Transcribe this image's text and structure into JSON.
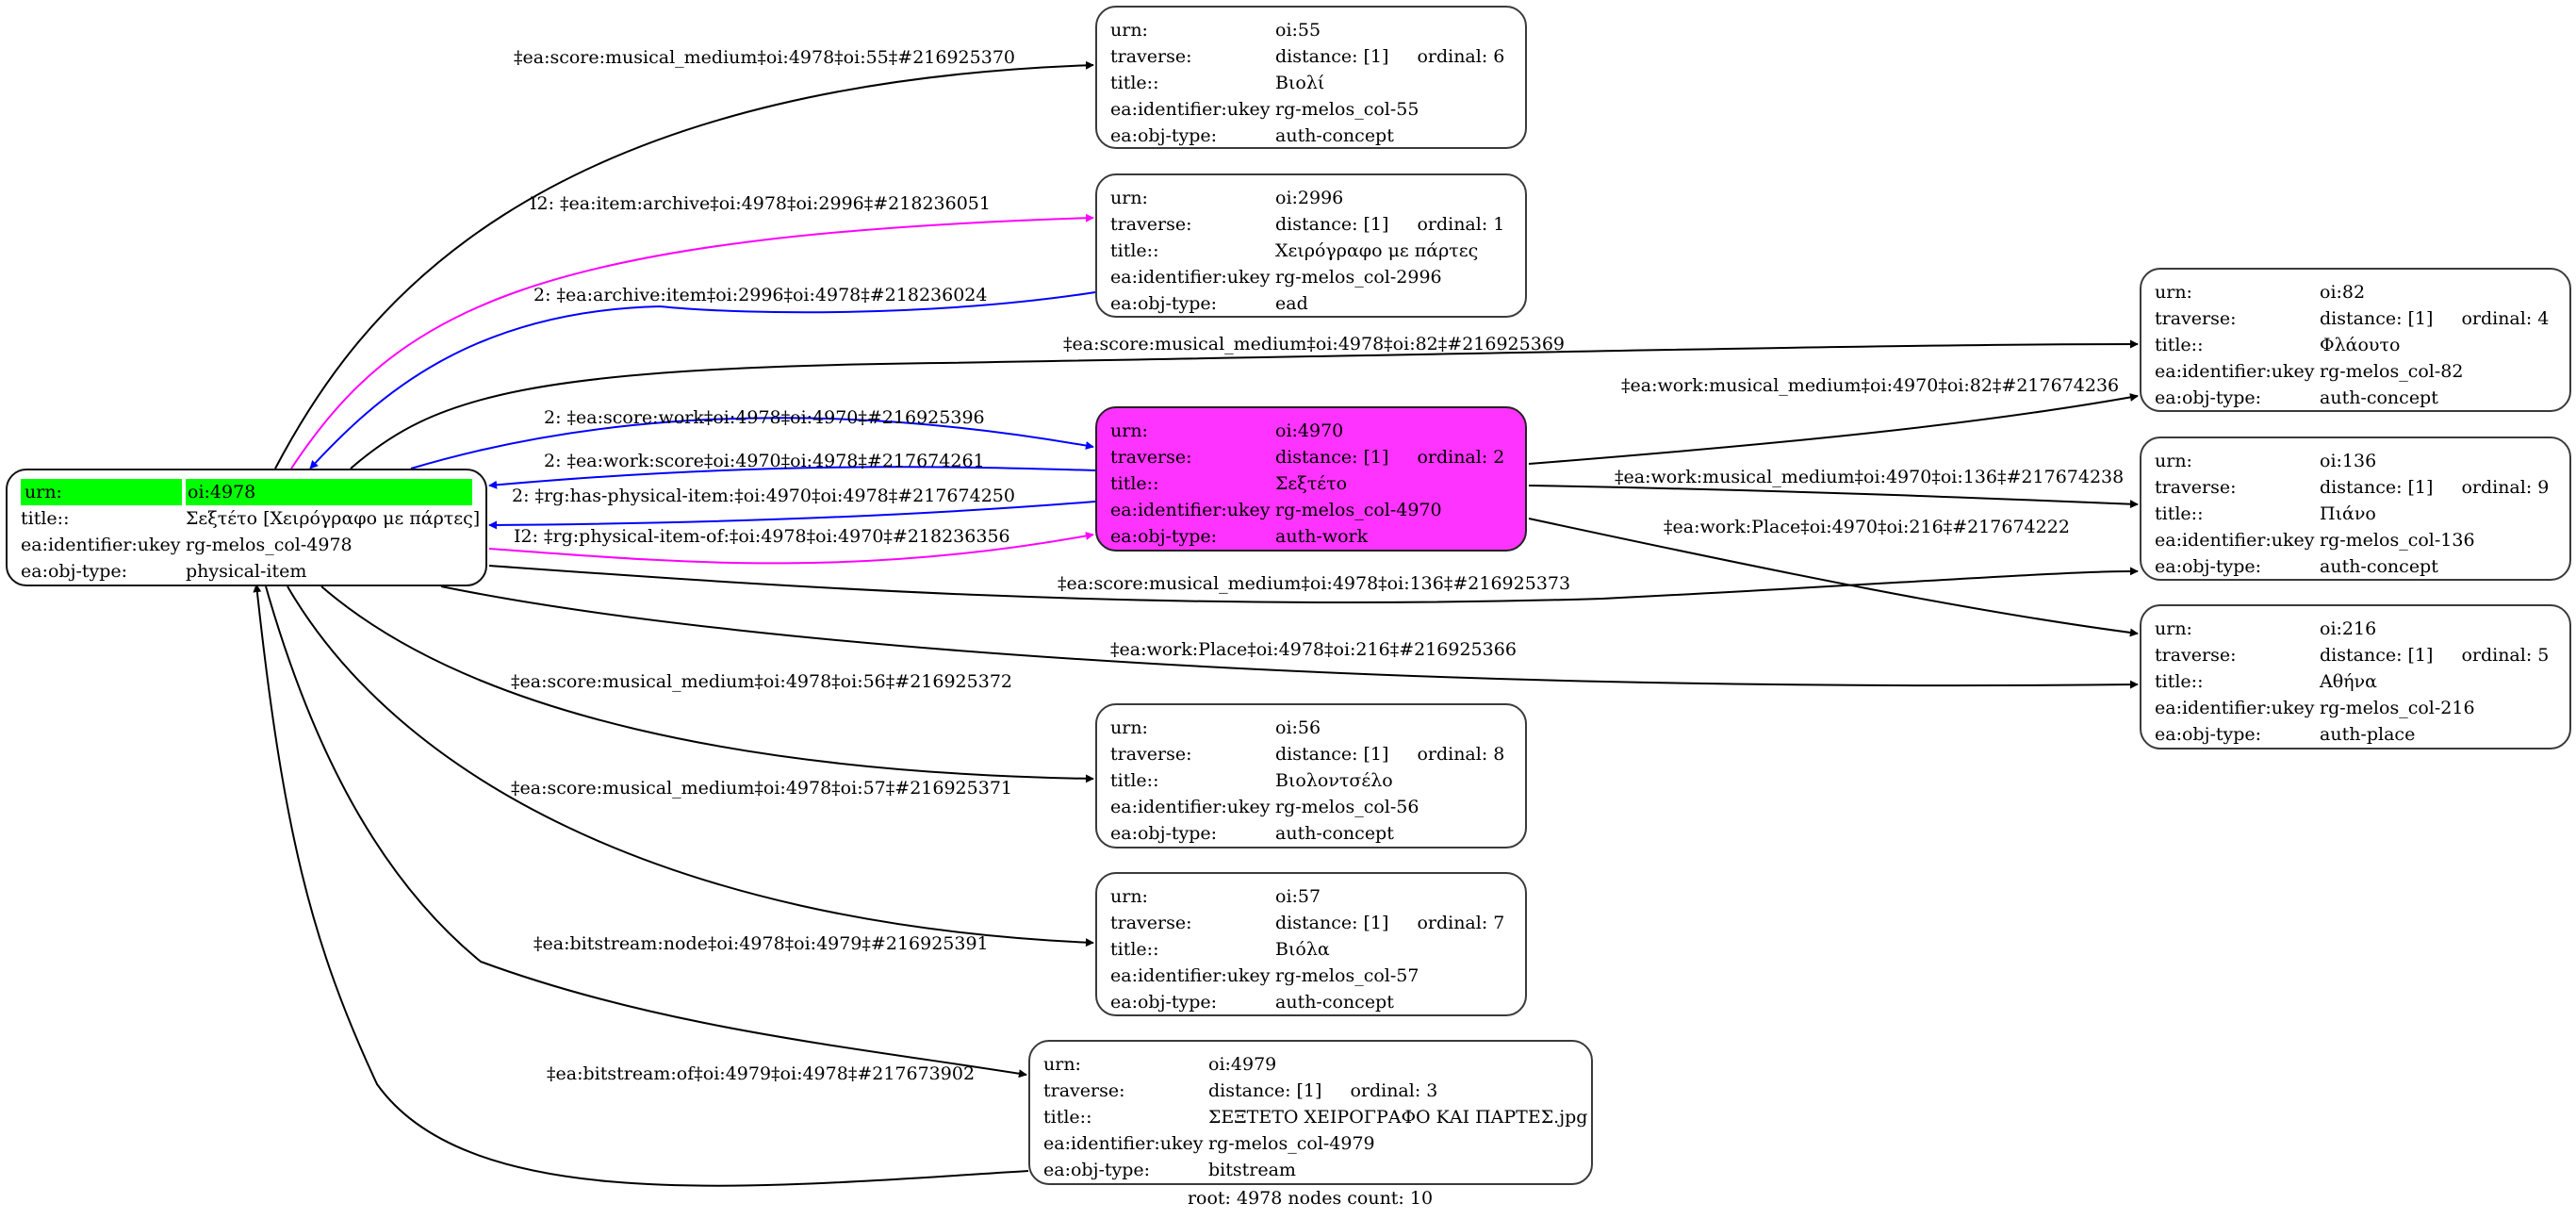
{
  "graph": {
    "footer": "root: 4978 nodes count: 10",
    "colors": {
      "root_highlight": "#00ff00",
      "focus_fill": "#ff33ff",
      "edge_default": "#000000",
      "edge_blue": "#0000ff",
      "edge_magenta": "#ff00ff"
    },
    "root": {
      "id": "oi:4978",
      "rows": [
        {
          "key": "urn:",
          "value": "oi:4978"
        },
        {
          "key": "title::",
          "value": "Σεξτέτο [Χειρόγραφο με πάρτες]"
        },
        {
          "key": "ea:identifier:ukey",
          "value": "rg-melos_col-4978"
        },
        {
          "key": "ea:obj-type:",
          "value": "physical-item"
        }
      ]
    },
    "nodes": [
      {
        "id": "oi:55",
        "urn": "oi:55",
        "distance": "distance: [1]",
        "ordinal": "ordinal: 6",
        "title": "Βιολί",
        "ukey": "rg-melos_col-55",
        "obj_type": "auth-concept"
      },
      {
        "id": "oi:2996",
        "urn": "oi:2996",
        "distance": "distance: [1]",
        "ordinal": "ordinal: 1",
        "title": "Χειρόγραφο με πάρτες",
        "ukey": "rg-melos_col-2996",
        "obj_type": "ead"
      },
      {
        "id": "oi:4970",
        "urn": "oi:4970",
        "distance": "distance: [1]",
        "ordinal": "ordinal: 2",
        "title": "Σεξτέτο",
        "ukey": "rg-melos_col-4970",
        "obj_type": "auth-work"
      },
      {
        "id": "oi:56",
        "urn": "oi:56",
        "distance": "distance: [1]",
        "ordinal": "ordinal: 8",
        "title": "Βιολοντσέλο",
        "ukey": "rg-melos_col-56",
        "obj_type": "auth-concept"
      },
      {
        "id": "oi:57",
        "urn": "oi:57",
        "distance": "distance: [1]",
        "ordinal": "ordinal: 7",
        "title": "Βιόλα",
        "ukey": "rg-melos_col-57",
        "obj_type": "auth-concept"
      },
      {
        "id": "oi:4979",
        "urn": "oi:4979",
        "distance": "distance: [1]",
        "ordinal": "ordinal: 3",
        "title": "ΣΕΞΤΕΤΟ ΧΕΙΡΟΓΡΑΦΟ ΚΑΙ ΠΑΡΤΕΣ.jpg",
        "ukey": "rg-melos_col-4979",
        "obj_type": "bitstream"
      },
      {
        "id": "oi:82",
        "urn": "oi:82",
        "distance": "distance: [1]",
        "ordinal": "ordinal: 4",
        "title": "Φλάουτο",
        "ukey": "rg-melos_col-82",
        "obj_type": "auth-concept"
      },
      {
        "id": "oi:136",
        "urn": "oi:136",
        "distance": "distance: [1]",
        "ordinal": "ordinal: 9",
        "title": "Πιάνο",
        "ukey": "rg-melos_col-136",
        "obj_type": "auth-concept"
      },
      {
        "id": "oi:216",
        "urn": "oi:216",
        "distance": "distance: [1]",
        "ordinal": "ordinal: 5",
        "title": "Αθήνα",
        "ukey": "rg-melos_col-216",
        "obj_type": "auth-place"
      }
    ],
    "row_keys": {
      "urn": "urn:",
      "traverse": "traverse:",
      "title": "title::",
      "ukey": "ea:identifier:ukey",
      "obj_type": "ea:obj-type:"
    },
    "edges": [
      {
        "from": "oi:4978",
        "to": "oi:55",
        "color": "black",
        "label": "‡ea:score:musical_medium‡oi:4978‡oi:55‡#216925370"
      },
      {
        "from": "oi:4978",
        "to": "oi:2996",
        "color": "magenta",
        "label": "I2: ‡ea:item:archive‡oi:4978‡oi:2996‡#218236051"
      },
      {
        "from": "oi:2996",
        "to": "oi:4978",
        "color": "blue",
        "label": "2: ‡ea:archive:item‡oi:2996‡oi:4978‡#218236024"
      },
      {
        "from": "oi:4978",
        "to": "oi:82",
        "color": "black",
        "label": "‡ea:score:musical_medium‡oi:4978‡oi:82‡#216925369"
      },
      {
        "from": "oi:4978",
        "to": "oi:4970",
        "color": "blue",
        "label": "2: ‡ea:score:work‡oi:4978‡oi:4970‡#216925396"
      },
      {
        "from": "oi:4970",
        "to": "oi:4978",
        "color": "blue",
        "label": "2: ‡ea:work:score‡oi:4970‡oi:4978‡#217674261"
      },
      {
        "from": "oi:4970",
        "to": "oi:4978",
        "color": "blue",
        "label": "2: ‡rg:has-physical-item:‡oi:4970‡oi:4978‡#217674250"
      },
      {
        "from": "oi:4978",
        "to": "oi:4970",
        "color": "magenta",
        "label": "I2: ‡rg:physical-item-of:‡oi:4978‡oi:4970‡#218236356"
      },
      {
        "from": "oi:4970",
        "to": "oi:82",
        "color": "black",
        "label": "‡ea:work:musical_medium‡oi:4970‡oi:82‡#217674236"
      },
      {
        "from": "oi:4970",
        "to": "oi:136",
        "color": "black",
        "label": "‡ea:work:musical_medium‡oi:4970‡oi:136‡#217674238"
      },
      {
        "from": "oi:4970",
        "to": "oi:216",
        "color": "black",
        "label": "‡ea:work:Place‡oi:4970‡oi:216‡#217674222"
      },
      {
        "from": "oi:4978",
        "to": "oi:136",
        "color": "black",
        "label": "‡ea:score:musical_medium‡oi:4978‡oi:136‡#216925373"
      },
      {
        "from": "oi:4978",
        "to": "oi:216",
        "color": "black",
        "label": "‡ea:work:Place‡oi:4978‡oi:216‡#216925366"
      },
      {
        "from": "oi:4978",
        "to": "oi:56",
        "color": "black",
        "label": "‡ea:score:musical_medium‡oi:4978‡oi:56‡#216925372"
      },
      {
        "from": "oi:4978",
        "to": "oi:57",
        "color": "black",
        "label": "‡ea:score:musical_medium‡oi:4978‡oi:57‡#216925371"
      },
      {
        "from": "oi:4978",
        "to": "oi:4979",
        "color": "black",
        "label": "‡ea:bitstream:node‡oi:4978‡oi:4979‡#216925391"
      },
      {
        "from": "oi:4979",
        "to": "oi:4978",
        "color": "black",
        "label": "‡ea:bitstream:of‡oi:4979‡oi:4978‡#217673902"
      }
    ]
  }
}
